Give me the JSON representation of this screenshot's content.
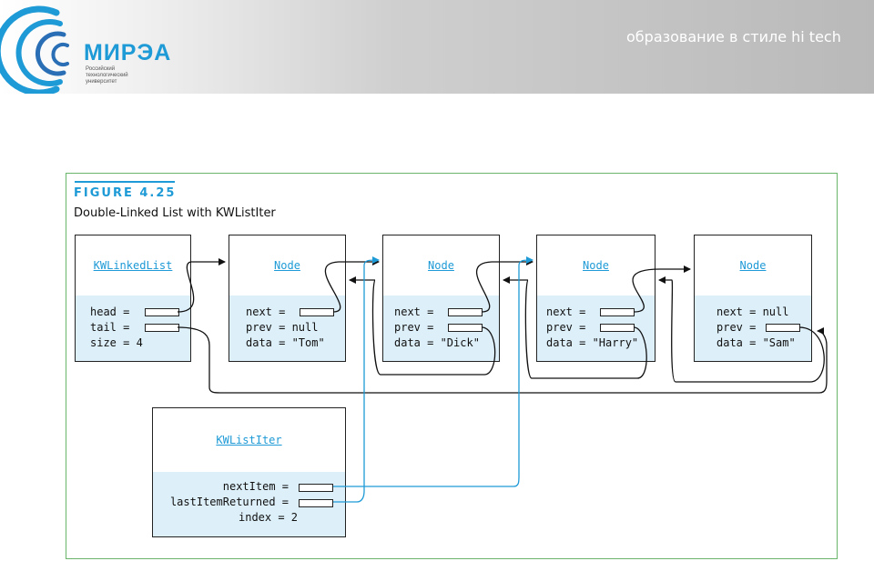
{
  "header": {
    "brand": "МИРЭА",
    "brand_sub": "Российский технологический университет",
    "tagline": "образование в стиле hi tech"
  },
  "figure": {
    "label": "FIGURE 4.25",
    "caption": "Double-Linked List with KWListIter"
  },
  "list": {
    "title": "KWLinkedList",
    "fields": [
      "head =",
      "tail =",
      "size = 4"
    ]
  },
  "nodes": [
    {
      "title": "Node",
      "next": "next =",
      "prev": "prev = null",
      "data": "data = \"Tom\""
    },
    {
      "title": "Node",
      "next": "next =",
      "prev": "prev =",
      "data": "data = \"Dick\""
    },
    {
      "title": "Node",
      "next": "next =",
      "prev": "prev =",
      "data": "data = \"Harry\""
    },
    {
      "title": "Node",
      "next": "next = null",
      "prev": "prev =",
      "data": "data = \"Sam\""
    }
  ],
  "iter": {
    "title": "KWListIter",
    "fields": [
      "nextItem =",
      "lastItemReturned =",
      "index = 2"
    ]
  },
  "colors": {
    "accent": "#1e9ad6",
    "field_bg": "#ddeff9",
    "panel_border": "#69b56a",
    "pointer_line": "#111111",
    "iterator_pointer_line": "#1e9ad6"
  }
}
